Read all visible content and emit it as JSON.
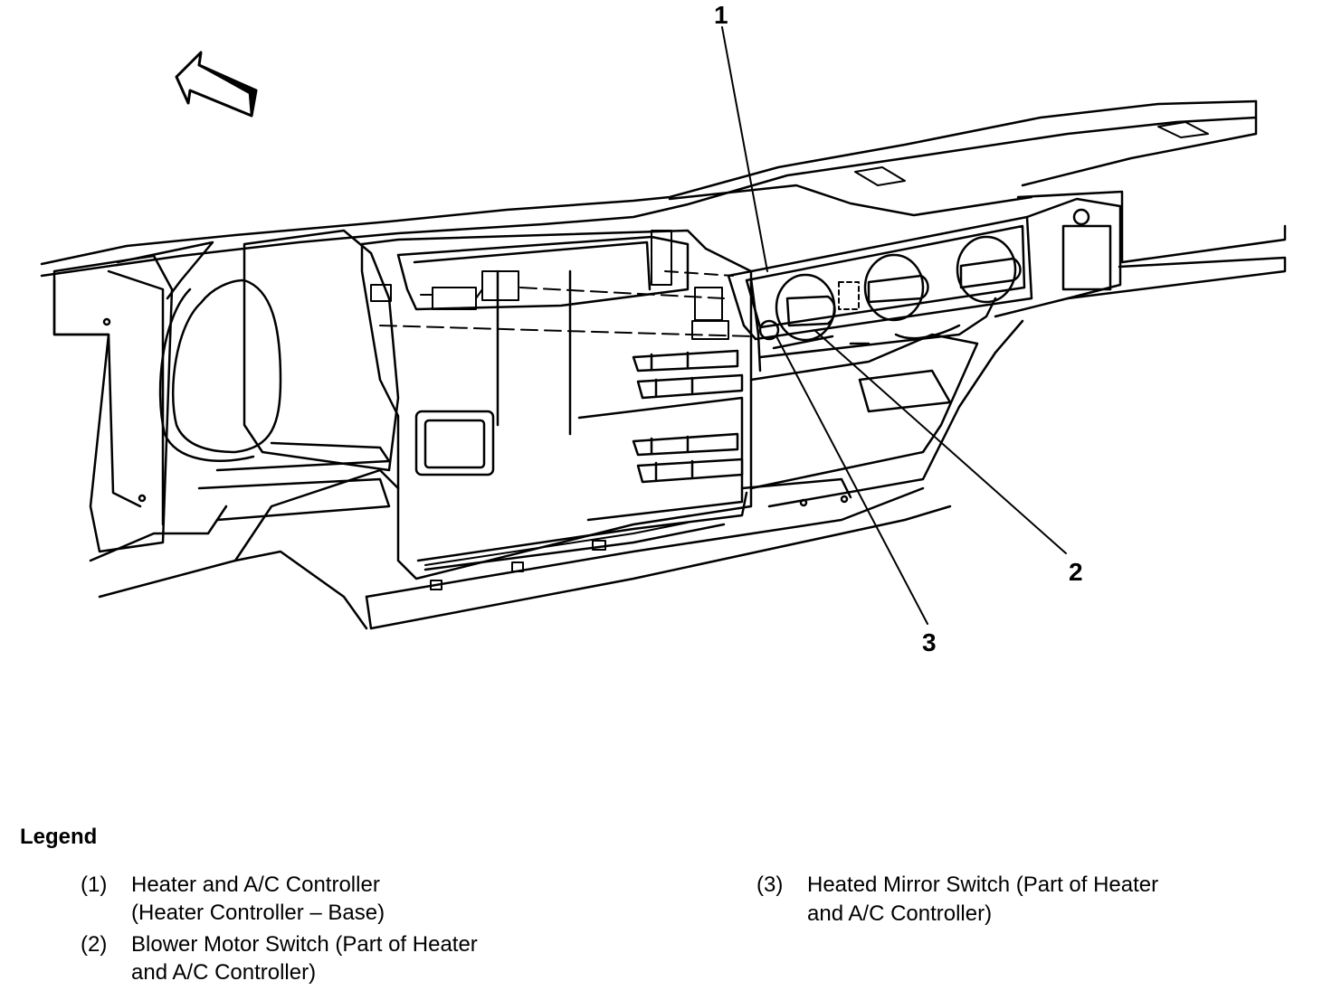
{
  "callouts": {
    "c1": "1",
    "c2": "2",
    "c3": "3"
  },
  "legend": {
    "title": "Legend",
    "items": [
      {
        "num": "(1)",
        "line1": "Heater and A/C Controller",
        "line2": "(Heater Controller – Base)"
      },
      {
        "num": "(2)",
        "line1": "Blower Motor Switch (Part of Heater",
        "line2": "and A/C Controller)"
      },
      {
        "num": "(3)",
        "line1": "Heated Mirror Switch (Part of Heater",
        "line2": "and A/C Controller)"
      }
    ]
  }
}
